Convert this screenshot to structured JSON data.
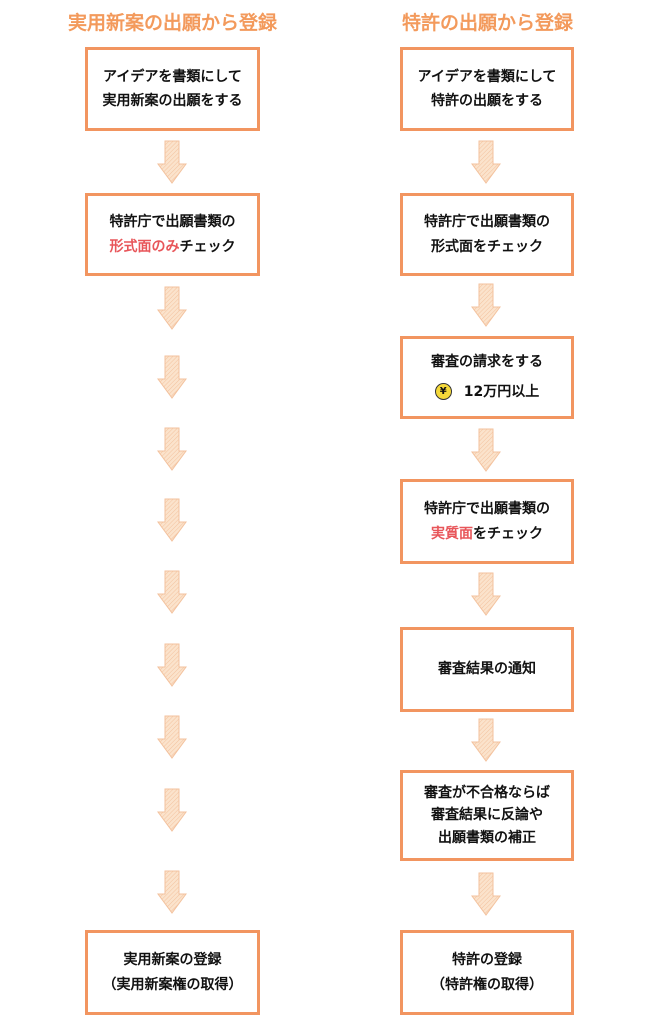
{
  "left": {
    "title": "実用新案の出願から登録",
    "steps": [
      {
        "line1": "アイデアを書類にして",
        "line2": "実用新案の出願をする"
      },
      {
        "line1": "特許庁で出願書類の",
        "line2_highlight": "形式面のみ",
        "line2_rest": "チェック"
      },
      {
        "line1": "実用新案の登録",
        "line2": "（実用新案権の取得）"
      }
    ]
  },
  "right": {
    "title": "特許の出願から登録",
    "steps": [
      {
        "line1": "アイデアを書類にして",
        "line2": "特許の出願をする"
      },
      {
        "line1": "特許庁で出願書類の",
        "line2": "形式面をチェック"
      },
      {
        "line1": "審査の請求をする",
        "fee_icon": "¥",
        "fee": "12万円以上"
      },
      {
        "line1": "特許庁で出願書類の",
        "line2_highlight": "実質面",
        "line2_rest": "をチェック"
      },
      {
        "line1": "審査結果の通知"
      },
      {
        "line1": "審査が不合格ならば",
        "line2": "審査結果に反論や",
        "line3": "出願書類の補正"
      },
      {
        "line1": "特許の登録",
        "line2": "（特許権の取得）"
      }
    ]
  },
  "colors": {
    "accent": "#f39a5c",
    "border": "#f29560",
    "highlight": "#e8565a",
    "arrow_fill": "#fbe3cc",
    "arrow_stroke": "#f3c29e"
  }
}
